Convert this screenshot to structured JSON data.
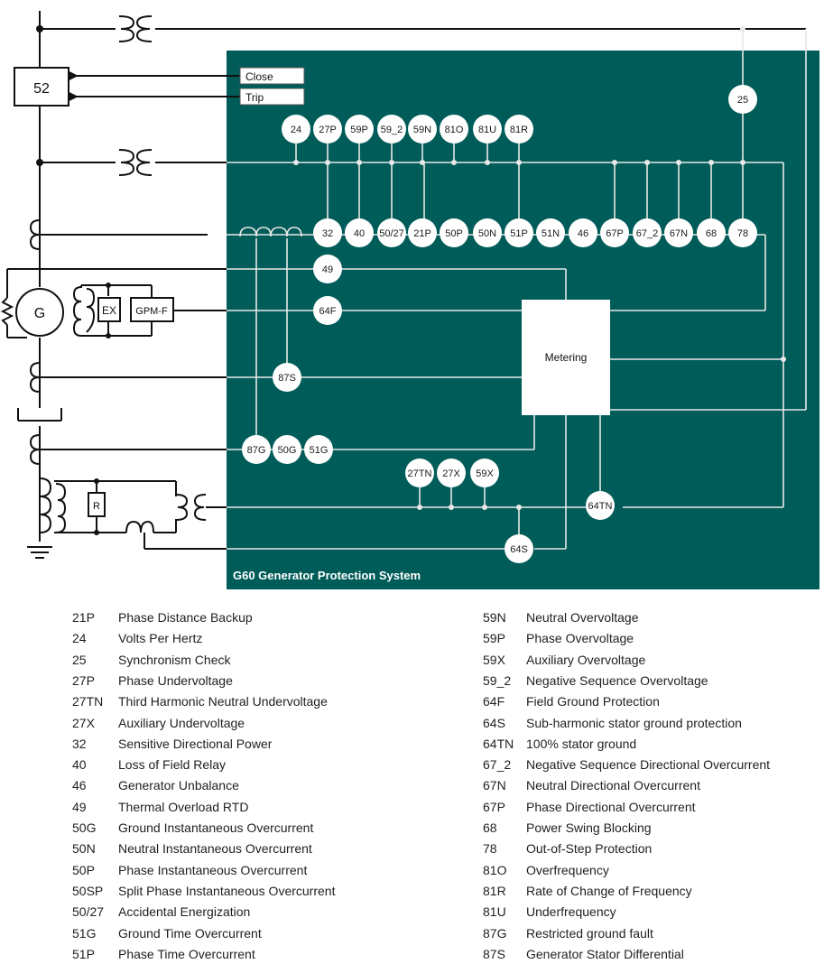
{
  "colors": {
    "panel": "#005c58",
    "line": "#111111",
    "panel_line": "#e8e8e8",
    "relay_fill": "#ffffff"
  },
  "panel_title": "G60 Generator Protection System",
  "breaker": "52",
  "close_label": "Close",
  "trip_label": "Trip",
  "generator": "G",
  "exciter": "EX",
  "gpm": "GPM-F",
  "resistor": "R",
  "metering": "Metering",
  "relays": {
    "r24": "24",
    "r27P": "27P",
    "r59P": "59P",
    "r59_2": "59_2",
    "r59N": "59N",
    "r81O": "81O",
    "r81U": "81U",
    "r81R": "81R",
    "r25": "25",
    "r32": "32",
    "r40": "40",
    "r50_27": "50/27",
    "r21P": "21P",
    "r50P": "50P",
    "r50N": "50N",
    "r51P": "51P",
    "r51N": "51N",
    "r46": "46",
    "r67P": "67P",
    "r67_2": "67_2",
    "r67N": "67N",
    "r68": "68",
    "r78": "78",
    "r49": "49",
    "r64F": "64F",
    "r87S": "87S",
    "r87G": "87G",
    "r50G": "50G",
    "r51G": "51G",
    "r27TN": "27TN",
    "r27X": "27X",
    "r59X": "59X",
    "r64TN": "64TN",
    "r64S": "64S"
  },
  "legend_left": [
    {
      "code": "21P",
      "desc": "Phase Distance Backup"
    },
    {
      "code": "24",
      "desc": "Volts Per Hertz"
    },
    {
      "code": "25",
      "desc": "Synchronism Check"
    },
    {
      "code": "27P",
      "desc": "Phase Undervoltage"
    },
    {
      "code": "27TN",
      "desc": "Third Harmonic Neutral Undervoltage"
    },
    {
      "code": "27X",
      "desc": "Auxiliary Undervoltage"
    },
    {
      "code": "32",
      "desc": "Sensitive Directional Power"
    },
    {
      "code": "40",
      "desc": "Loss of Field Relay"
    },
    {
      "code": "46",
      "desc": "Generator Unbalance"
    },
    {
      "code": "49",
      "desc": "Thermal Overload RTD"
    },
    {
      "code": "50G",
      "desc": "Ground Instantaneous Overcurrent"
    },
    {
      "code": "50N",
      "desc": "Neutral Instantaneous Overcurrent"
    },
    {
      "code": "50P",
      "desc": "Phase Instantaneous Overcurrent"
    },
    {
      "code": "50SP",
      "desc": "Split Phase Instantaneous Overcurrent"
    },
    {
      "code": "50/27",
      "desc": "Accidental Energization"
    },
    {
      "code": "51G",
      "desc": "Ground Time Overcurrent"
    },
    {
      "code": "51P",
      "desc": "Phase Time Overcurrent"
    }
  ],
  "legend_right": [
    {
      "code": "59N",
      "desc": "Neutral Overvoltage"
    },
    {
      "code": "59P",
      "desc": "Phase Overvoltage"
    },
    {
      "code": "59X",
      "desc": "Auxiliary Overvoltage"
    },
    {
      "code": "59_2",
      "desc": "Negative Sequence Overvoltage"
    },
    {
      "code": "64F",
      "desc": "Field Ground Protection"
    },
    {
      "code": "64S",
      "desc": "Sub-harmonic stator ground protection"
    },
    {
      "code": "64TN",
      "desc": "100% stator ground"
    },
    {
      "code": "67_2",
      "desc": "Negative Sequence Directional Overcurrent"
    },
    {
      "code": "67N",
      "desc": "Neutral Directional Overcurrent"
    },
    {
      "code": "67P",
      "desc": "Phase Directional Overcurrent"
    },
    {
      "code": "68",
      "desc": "Power Swing Blocking"
    },
    {
      "code": "78",
      "desc": "Out-of-Step Protection"
    },
    {
      "code": "81O",
      "desc": "Overfrequency"
    },
    {
      "code": "81R",
      "desc": "Rate of Change of Frequency"
    },
    {
      "code": "81U",
      "desc": "Underfrequency"
    },
    {
      "code": "87G",
      "desc": "Restricted ground fault"
    },
    {
      "code": "87S",
      "desc": "Generator Stator Differential"
    }
  ]
}
